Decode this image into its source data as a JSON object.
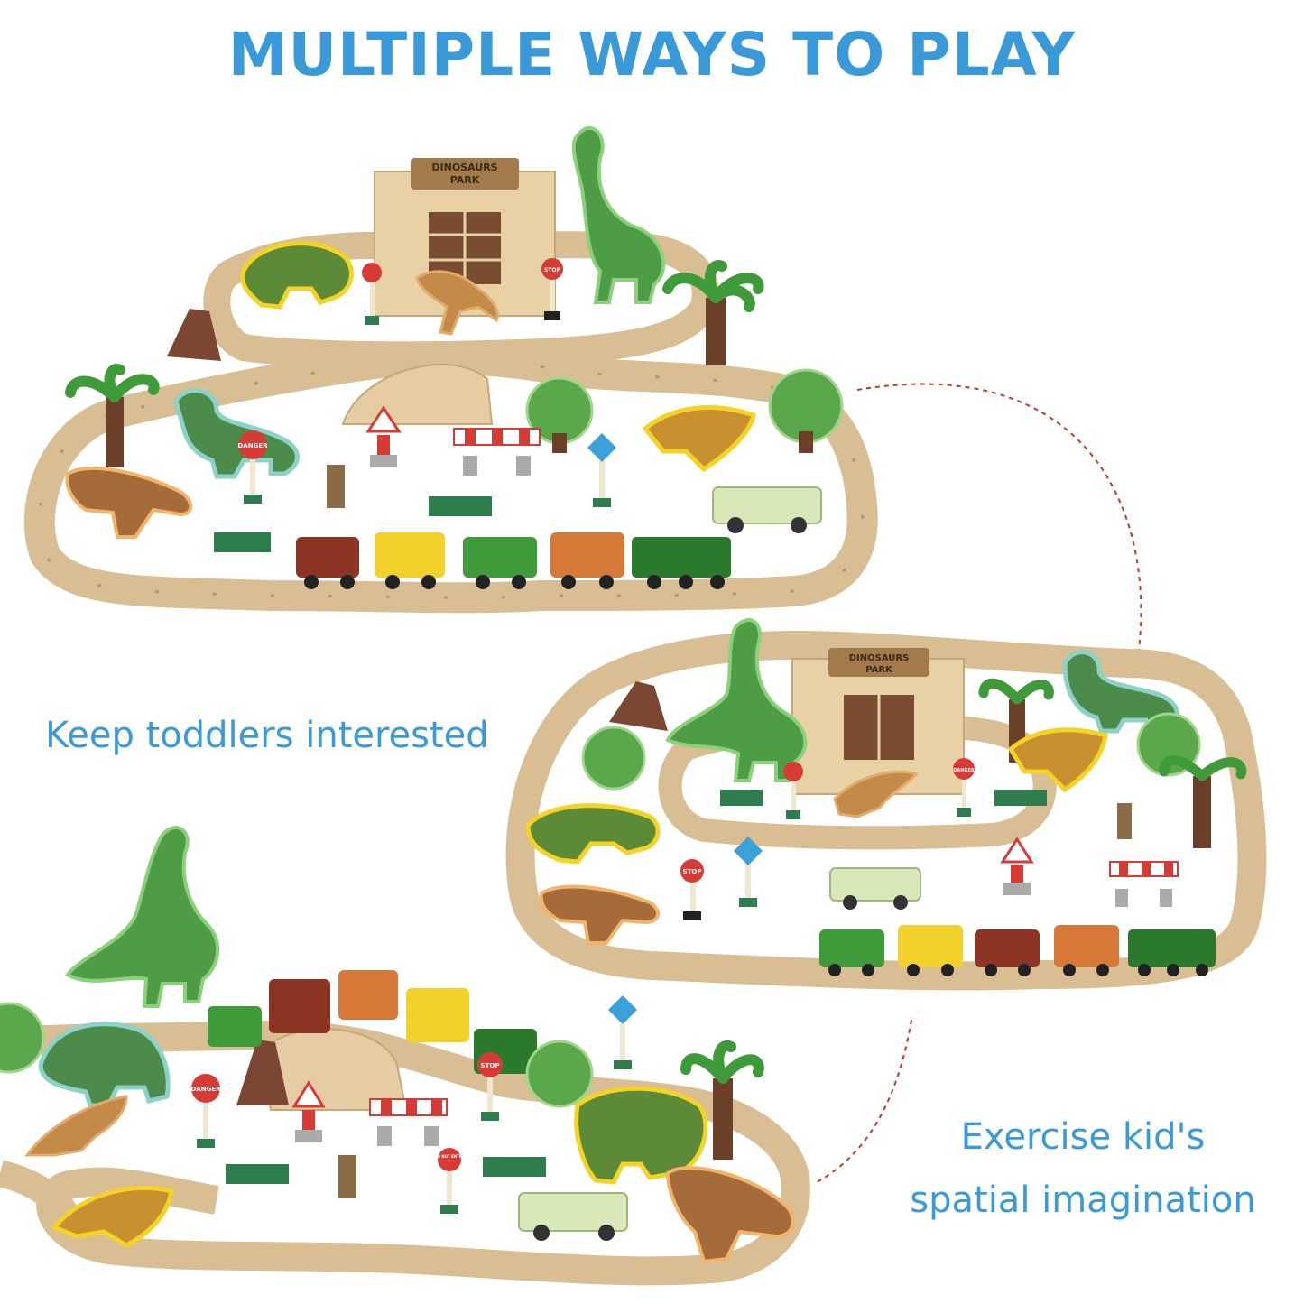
{
  "headline": "MULTIPLE WAYS TO PLAY",
  "captions": {
    "first": "Keep toddlers interested",
    "second_line1": "Exercise kid's",
    "second_line2": "spatial imagination"
  },
  "signs": {
    "park_line1": "DINOSAURS",
    "park_line2": "PARK",
    "stop": "STOP",
    "danger": "DANGER",
    "do_not_enter": "DO NOT ENTER"
  },
  "colors": {
    "accent": "#3a9ad9",
    "track": "#dcc19a",
    "connector": "#c0392b"
  }
}
